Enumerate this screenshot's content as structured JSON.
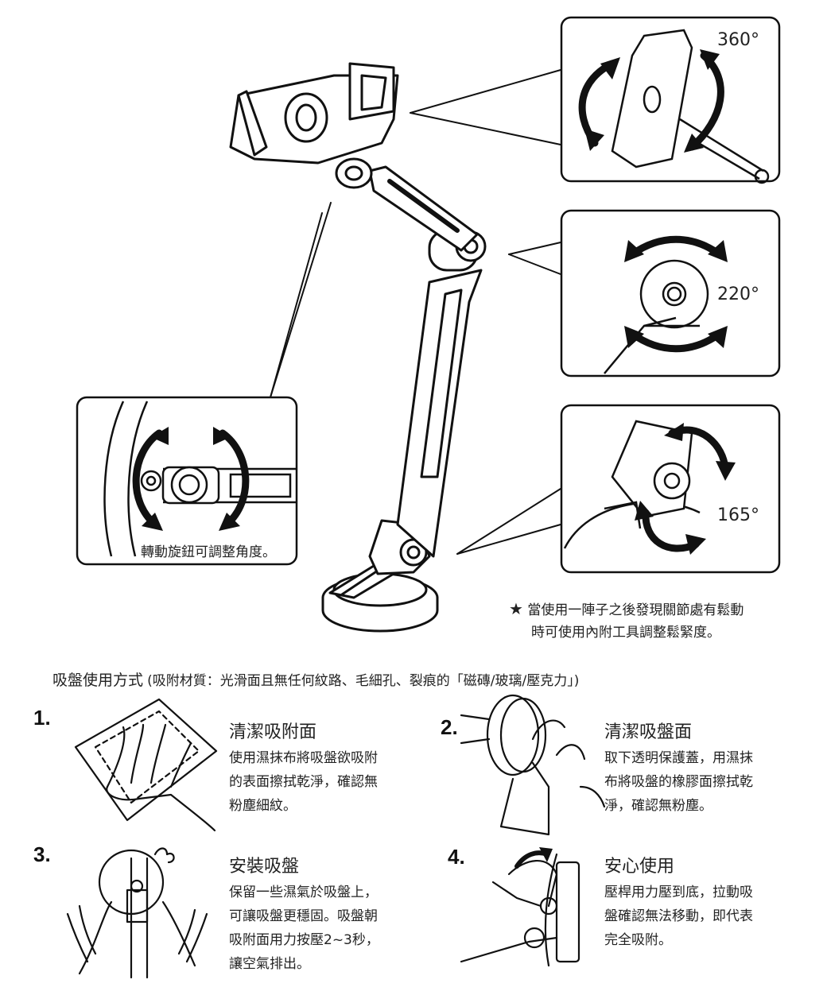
{
  "callouts": {
    "rotate_360": "360°",
    "rotate_220": "220°",
    "rotate_165": "165°",
    "knob_label": "轉動旋鈕可調整角度。"
  },
  "note": {
    "star_icon": "star",
    "line1": "當使用一陣子之後發現關節處有鬆動",
    "line2": "時可使用內附工具調整鬆緊度。"
  },
  "suction": {
    "title": "吸盤使用方式",
    "subtitle": "(吸附材質：光滑面且無任何紋路、毛細孔、裂痕的「磁磚/玻璃/壓克力」)"
  },
  "steps": [
    {
      "number": "1.",
      "title": "清潔吸附面",
      "lines": [
        "使用濕抹布將吸盤欲吸附",
        "的表面擦拭乾淨，確認無",
        "粉塵細紋。"
      ]
    },
    {
      "number": "2.",
      "title": "清潔吸盤面",
      "lines": [
        "取下透明保護蓋，用濕抹",
        "布將吸盤的橡膠面擦拭乾",
        "淨，確認無粉塵。"
      ]
    },
    {
      "number": "3.",
      "title": "安裝吸盤",
      "lines": [
        "保留一些濕氣於吸盤上，",
        "可讓吸盤更穩固。吸盤朝",
        "吸附面用力按壓2~3秒，",
        "讓空氣排出。"
      ]
    },
    {
      "number": "4.",
      "title": "安心使用",
      "lines": [
        "壓桿用力壓到底，拉動吸",
        "盤確認無法移動，即代表",
        "完全吸附。"
      ]
    }
  ]
}
